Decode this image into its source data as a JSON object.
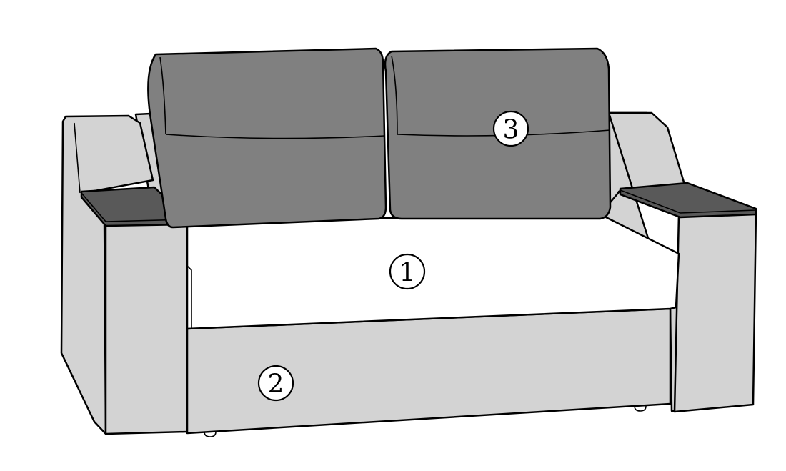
{
  "colors": {
    "upholstery_light": "#d3d3d3",
    "seat_cushion": "#ffffff",
    "back_cushion": "#808080",
    "armrest_top": "#595959",
    "outline": "#000000"
  },
  "parts": [
    {
      "id": "seat",
      "number": "1"
    },
    {
      "id": "drawer",
      "number": "2"
    },
    {
      "id": "back-cushion",
      "number": "3"
    }
  ]
}
